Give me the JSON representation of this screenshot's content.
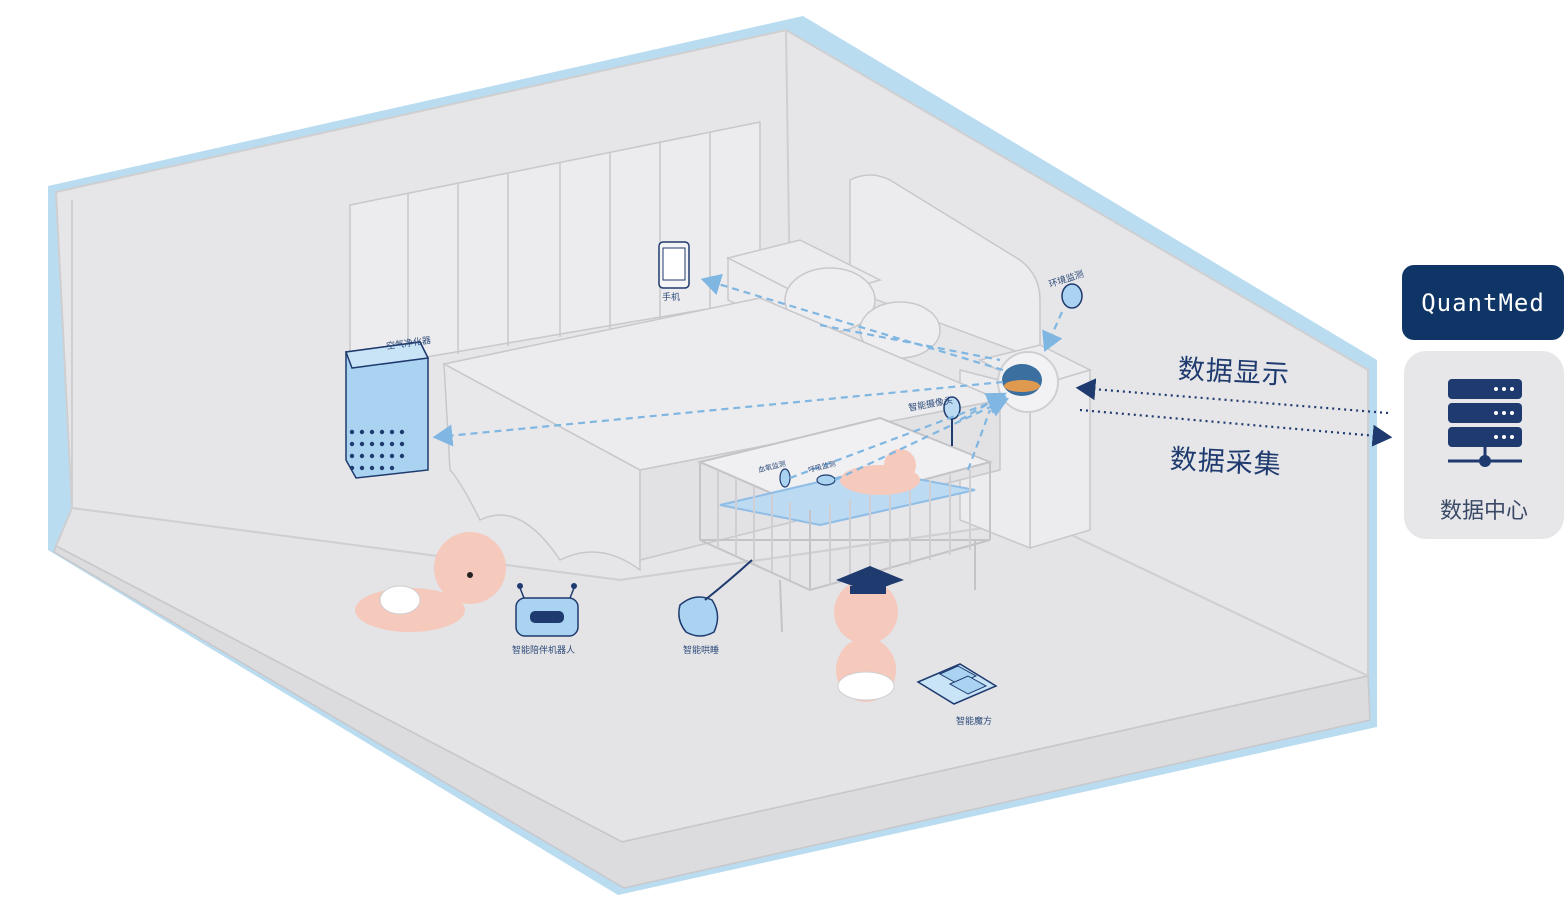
{
  "brand": {
    "name": "QuantMed",
    "color": "#0f3566"
  },
  "labels": {
    "phone": "手机",
    "air_purifier": "空气净化器",
    "env_monitor": "环境监测",
    "smart_camera": "智能摄像头",
    "blood_oxygen": "血氧监测",
    "respiration": "呼吸监测",
    "companion_robot": "智能陪伴机器人",
    "sleep_soother": "智能哄睡",
    "smart_cube": "智能魔方"
  },
  "flows": {
    "display": "数据显示",
    "collection": "数据采集"
  },
  "data_center": {
    "label": "数据中心",
    "icon": "server-icon"
  },
  "colors": {
    "arrow": "#7fb6e2",
    "wall_edge": "#b9dcf0",
    "floor": "#e6e6e8",
    "device": "#a9d3f0",
    "navy": "#1e3a6e"
  }
}
